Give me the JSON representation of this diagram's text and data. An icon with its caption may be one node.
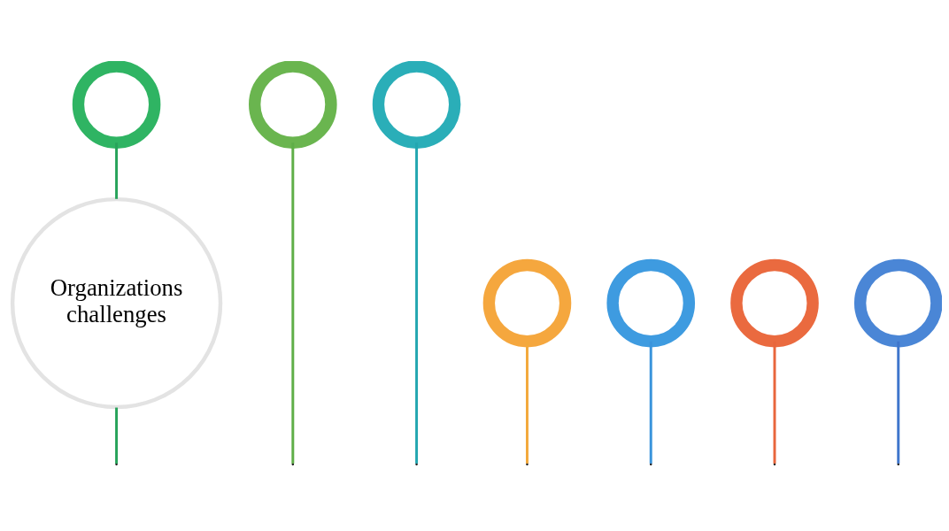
{
  "diagram": {
    "nodes": [
      {
        "text": [
          "Organizations challenges"
        ]
      },
      {
        "text": [],
        "shape": "circle"
      },
      {
        "text": [],
        "shape": "circle"
      },
      {
        "text": [],
        "shape": "circle"
      },
      {
        "text": [],
        "shape": "circle"
      },
      {
        "text": [],
        "shape": "circle"
      },
      {
        "text": [],
        "shape": "circle"
      },
      {
        "text": [],
        "shape": "circle"
      }
    ],
    "edges": [
      {
        "from": 1,
        "to": 0,
        "arrow": "none",
        "color": "#27a35a"
      },
      {
        "from": 0,
        "to": null,
        "arrow": "none",
        "color": "#27a35a"
      },
      {
        "from": 2,
        "to": null,
        "arrow": "none",
        "color": "#5fae48"
      },
      {
        "from": 3,
        "to": null,
        "arrow": "none",
        "color": "#23a6b0"
      },
      {
        "from": 4,
        "to": null,
        "arrow": "none",
        "color": "#f3a93c"
      },
      {
        "from": 5,
        "to": null,
        "arrow": "none",
        "color": "#3a94dc"
      },
      {
        "from": 6,
        "to": null,
        "arrow": "none",
        "color": "#e8663c"
      },
      {
        "from": 7,
        "to": null,
        "arrow": "none",
        "color": "#3f76cc"
      }
    ]
  }
}
